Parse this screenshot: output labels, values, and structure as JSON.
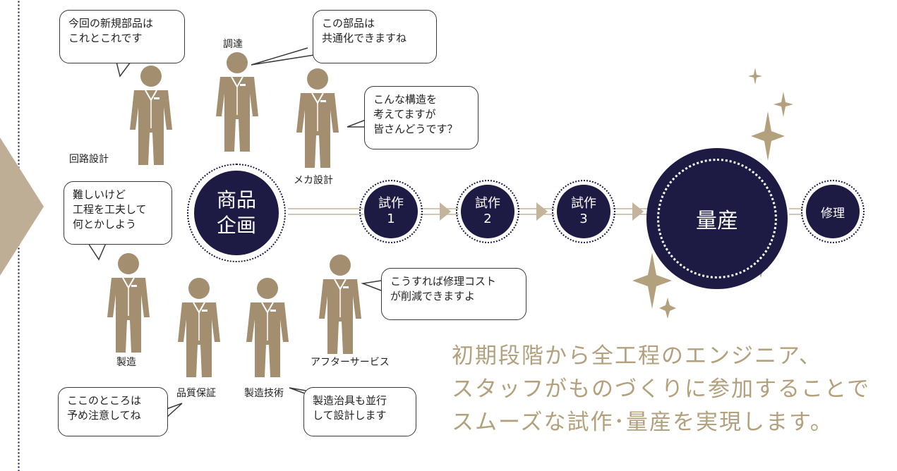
{
  "colors": {
    "navy": "#1d1a44",
    "tan": "#a48e70",
    "gold": "#b3a07d",
    "arrow": "#c4b49c"
  },
  "bubbles": {
    "circuit": "今回の新規部品は\nこれとこれです",
    "procurement": "この部品は\n共通化できますね",
    "mechanical": "こんな構造を\n考えてますが\n皆さんどうです？",
    "manufacturing": "難しいけど\n工程を工夫して\n何とかしよう",
    "after_service": "こうすれば修理コスト\nが削減できますよ",
    "quality": "ここのところは\n予め注意してね",
    "mfg_tech": "製造治具も並行\nして設計します"
  },
  "roles": {
    "circuit": "回路設計",
    "procurement": "調達",
    "mechanical": "メカ設計",
    "manufacturing": "製造",
    "quality": "品質保証",
    "mfg_tech": "製造技術",
    "after_service": "アフターサービス"
  },
  "stages": {
    "planning": "商品\n企画",
    "proto1": "試作\n1",
    "proto2": "試作\n2",
    "proto3": "試作\n3",
    "mass": "量産",
    "repair": "修理"
  },
  "body_text": "初期段階から全工程のエンジニア、\nスタッフがものづくりに参加することで\nスムーズな試作･量産を実現します。"
}
